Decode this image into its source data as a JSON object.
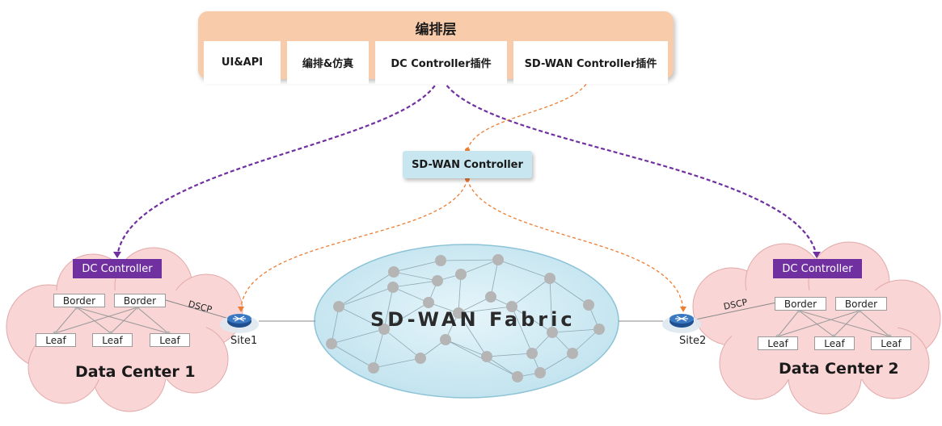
{
  "orchestration": {
    "title": "编排层",
    "boxes": [
      "UI&API",
      "编排&仿真",
      "DC Controller插件",
      "SD-WAN Controller插件"
    ]
  },
  "sdwan_controller": {
    "label": "SD-WAN Controller"
  },
  "fabric": {
    "label": "SD-WAN Fabric"
  },
  "dc1": {
    "controller_label": "DC Controller",
    "border_labels": [
      "Border",
      "Border"
    ],
    "leaf_labels": [
      "Leaf",
      "Leaf",
      "Leaf"
    ],
    "dscp_label": "DSCP",
    "site_label": "Site1",
    "name": "Data Center 1"
  },
  "dc2": {
    "controller_label": "DC Controller",
    "border_labels": [
      "Border",
      "Border"
    ],
    "leaf_labels": [
      "Leaf",
      "Leaf",
      "Leaf"
    ],
    "dscp_label": "DSCP",
    "site_label": "Site2",
    "name": "Data Center 2"
  },
  "colors": {
    "orchestration_bg": "#f8ccaa",
    "controller_bg": "#c7e6ef",
    "dc_controller_bg": "#7030a0",
    "purple_link": "#7030a0",
    "orange_link": "#ed7d31",
    "cloud_fill": "#f9d5d5",
    "fabric_fill": "#cfe9f3"
  },
  "icons": {
    "router": "router-icon",
    "cloud": "cloud-shape"
  }
}
